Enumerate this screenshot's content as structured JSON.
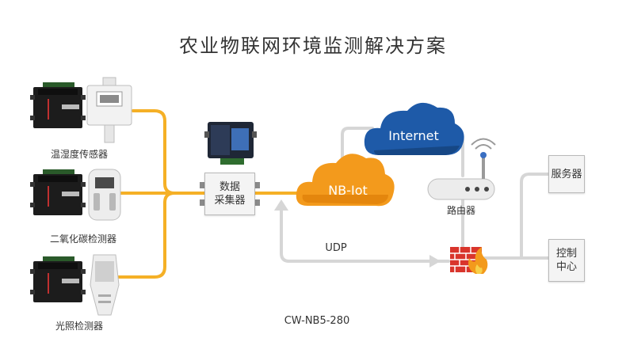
{
  "title": "农业物联网环境监测解决方案",
  "sensors": [
    {
      "label": "温湿度传感器",
      "icon": "thermo-hygrometer-icon"
    },
    {
      "label": "二氧化碳检测器",
      "icon": "co2-detector-icon"
    },
    {
      "label": "光照检测器",
      "icon": "light-sensor-icon"
    }
  ],
  "collector": {
    "line1": "数据",
    "line2": "采集器"
  },
  "nbiot_cloud": {
    "label": "NB-Iot"
  },
  "internet_cloud": {
    "label": "Internet"
  },
  "router": {
    "label": "路由器"
  },
  "server": {
    "label": "服务器"
  },
  "control_center": {
    "line1": "控制",
    "line2": "中心"
  },
  "udp_label": "UDP",
  "model_label": "CW-NB5-280",
  "colors": {
    "orange_line": "#f5b026",
    "gray_line": "#d6d6d6",
    "nbiot_cloud": "#f39a1c",
    "internet_cloud": "#1e5aa8",
    "firewall": "#d9352c"
  }
}
